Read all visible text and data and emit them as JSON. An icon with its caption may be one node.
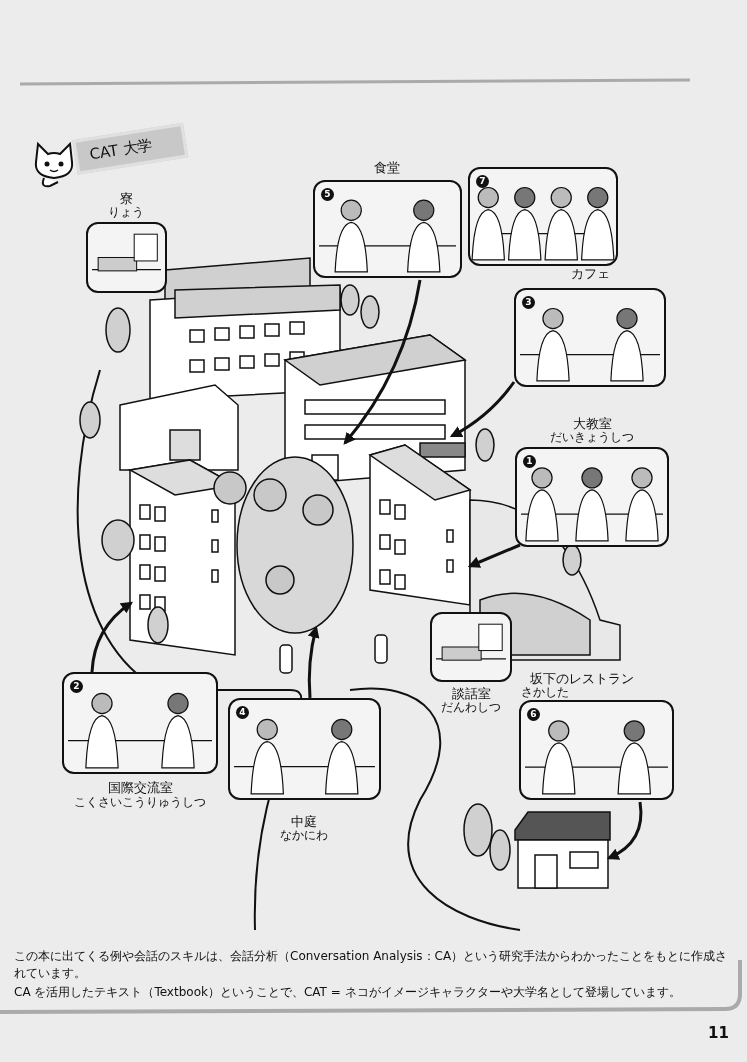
{
  "diagram": {
    "title": "CAT 大学",
    "nodes": [
      {
        "text": [
          "食堂",
          "5"
        ]
      },
      {
        "text": [
          "7"
        ]
      },
      {
        "text": [
          "寮",
          "りょう"
        ]
      },
      {
        "text": [
          "カフェ",
          "3"
        ]
      },
      {
        "text": [
          "大教室",
          "だいきょうしつ",
          "1"
        ]
      },
      {
        "text": [
          "2",
          "国際交流室",
          "こくさいこうりゅうしつ"
        ]
      },
      {
        "text": [
          "4",
          "中庭",
          "なかにわ"
        ]
      },
      {
        "text": [
          "談話室",
          "だんわしつ"
        ]
      },
      {
        "text": [
          "坂下のレストラン",
          "さかした",
          "6"
        ]
      },
      {
        "text": [],
        "shape": "picture"
      },
      {
        "text": [],
        "shape": "picture"
      },
      {
        "text": [],
        "shape": "picture"
      },
      {
        "text": [],
        "shape": "picture"
      },
      {
        "text": [],
        "shape": "picture"
      }
    ],
    "edges": [
      {
        "from": 0,
        "to": 9,
        "arrow": "to"
      },
      {
        "from": 3,
        "to": 9,
        "arrow": "to"
      },
      {
        "from": 4,
        "to": 10,
        "arrow": "to"
      },
      {
        "from": 5,
        "to": 11,
        "arrow": "to"
      },
      {
        "from": 6,
        "to": 12,
        "arrow": "to"
      },
      {
        "from": 8,
        "to": 13,
        "arrow": "to"
      }
    ],
    "labels": [
      "この本に出てくる例や会話のスキルは、会話分析（Conversation Analysis：CA）という研究手法からわかったことをもとに作成されています。",
      "CA を活用したテキスト（Textbook）ということで、CAT = ネコがイメージキャラクターや大学名として登場しています。",
      "11"
    ]
  }
}
